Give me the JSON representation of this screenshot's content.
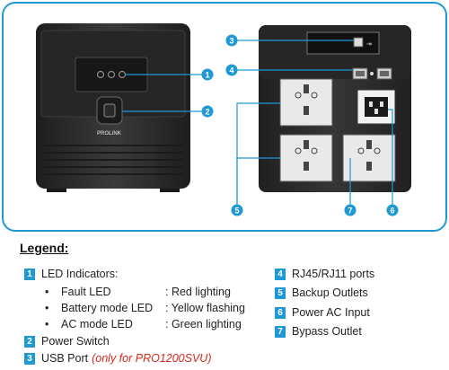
{
  "device": {
    "brand": "PROLiNK"
  },
  "callouts": [
    "1",
    "2",
    "3",
    "4",
    "5",
    "6",
    "7"
  ],
  "legend": {
    "title": "Legend:",
    "items": [
      {
        "num": "1",
        "label": "LED Indicators:"
      },
      {
        "num": "2",
        "label": "Power Switch"
      },
      {
        "num": "3",
        "label": "USB Port",
        "note": "(only for PRO1200SVU)"
      },
      {
        "num": "4",
        "label": "RJ45/RJ11 ports"
      },
      {
        "num": "5",
        "label": "Backup Outlets"
      },
      {
        "num": "6",
        "label": "Power AC Input"
      },
      {
        "num": "7",
        "label": "Bypass Outlet"
      }
    ],
    "led_details": [
      {
        "name": "Fault LED",
        "desc": ": Red lighting"
      },
      {
        "name": "Battery mode LED",
        "desc": ": Yellow flashing"
      },
      {
        "name": "AC mode LED",
        "desc": ": Green lighting"
      }
    ]
  },
  "colors": {
    "frame": "#1f99d4",
    "callout": "#1f99d4",
    "device_dark": "#2b2b2b",
    "note": "#d7261b"
  }
}
